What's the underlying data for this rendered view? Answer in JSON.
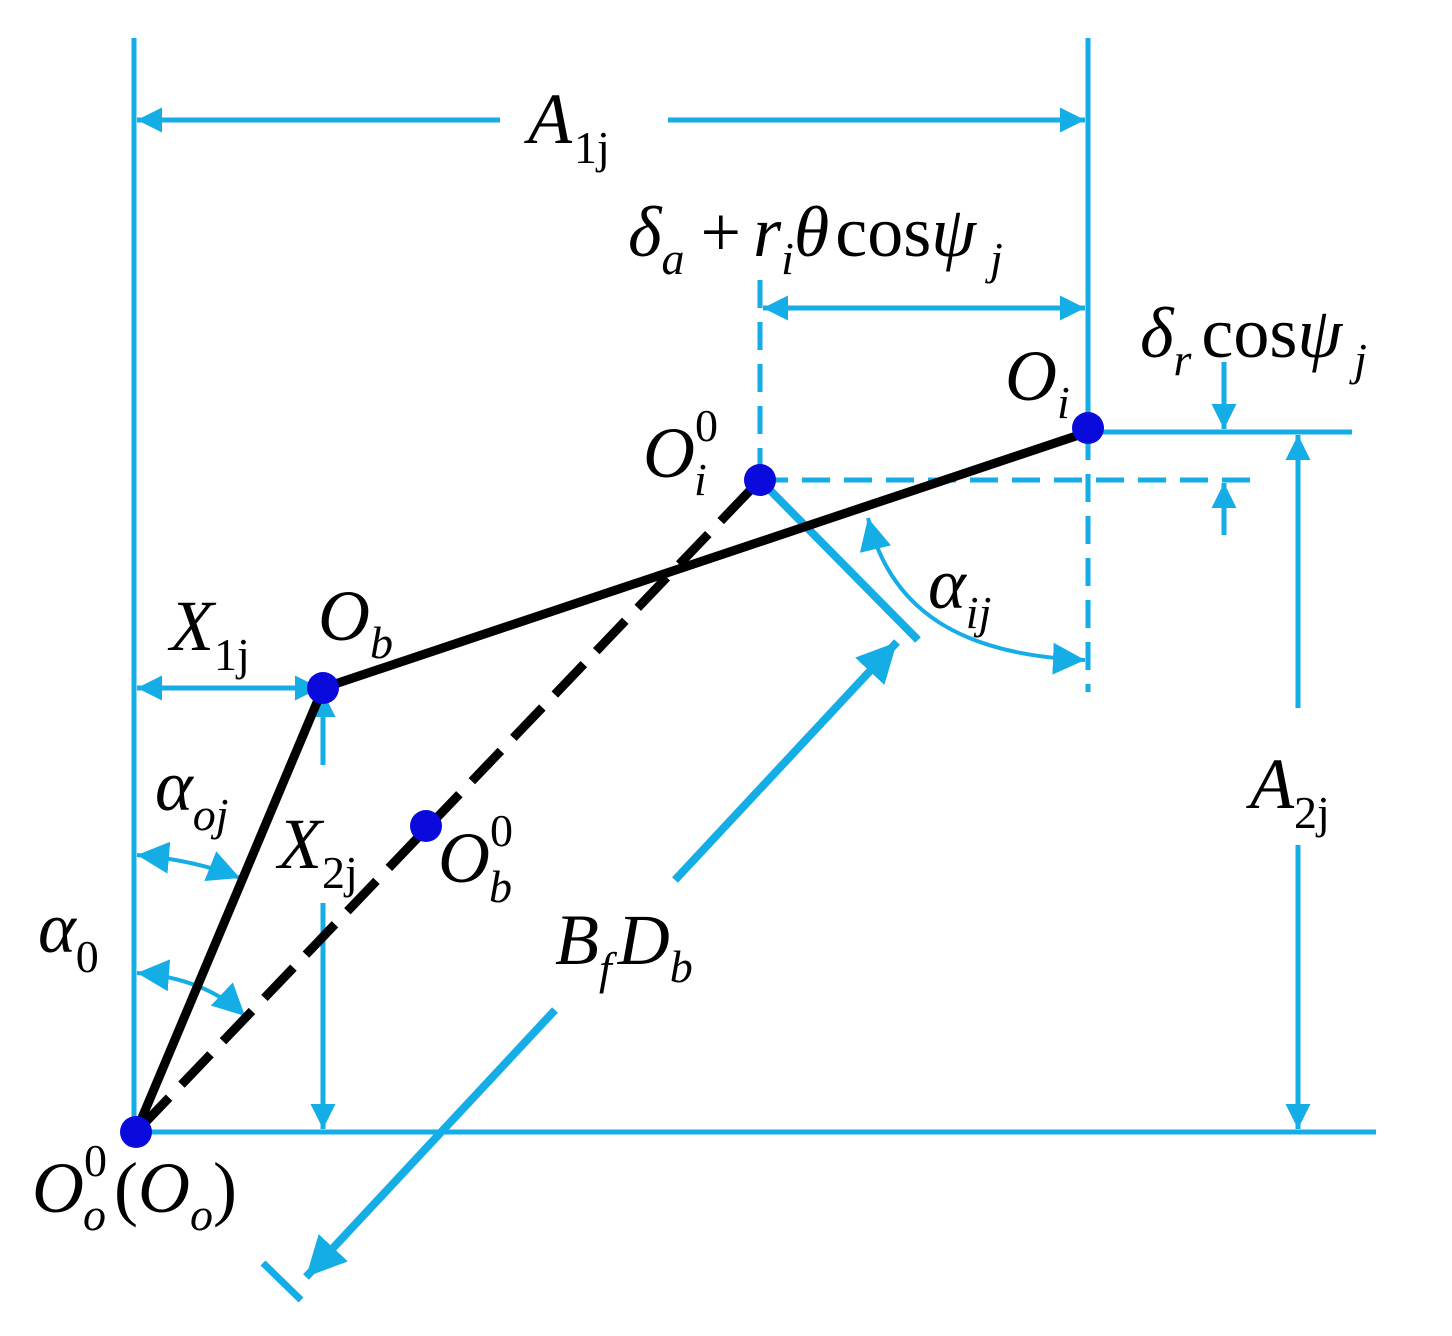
{
  "colors": {
    "guide": "#14ade6",
    "link": "#000000",
    "point": "#0a0adc",
    "background": "#ffffff"
  },
  "points": {
    "Oo": "O",
    "Oo_sup": "0",
    "Oo_sub": "o",
    "Oo_paren_open": "(",
    "Oo_paren_name": "O",
    "Oo_paren_sub": "o",
    "Oo_paren_close": ")",
    "Ob": "O",
    "Ob_sub": "b",
    "Ob0": "O",
    "Ob0_sup": "0",
    "Ob0_sub": "b",
    "Oi": "O",
    "Oi_sub": "i",
    "Oi0": "O",
    "Oi0_sup": "0",
    "Oi0_sub": "i"
  },
  "dimensions": {
    "A1j": {
      "sym": "A",
      "sub": "1j"
    },
    "A2j": {
      "sym": "A",
      "sub": "2j"
    },
    "X1j": {
      "sym": "X",
      "sub": "1j"
    },
    "X2j": {
      "sym": "X",
      "sub": "2j"
    },
    "axial": {
      "delta": "δ",
      "delta_sub": "a",
      "plus": "+",
      "r": "r",
      "r_sub": "i",
      "theta": "θ",
      "cos": "cos",
      "psi": "ψ",
      "psi_sub": "j"
    },
    "radial": {
      "delta": "δ",
      "delta_sub": "r",
      "cos": "cos",
      "psi": "ψ",
      "psi_sub": "j"
    },
    "BfDb": {
      "B": "B",
      "B_sub": "f",
      "D": "D",
      "D_sub": "b"
    }
  },
  "angles": {
    "alpha_oj": {
      "sym": "α",
      "sub": "oj"
    },
    "alpha_0": {
      "sym": "α",
      "sub": "0"
    },
    "alpha_ij": {
      "sym": "α",
      "sub": "ij"
    }
  }
}
